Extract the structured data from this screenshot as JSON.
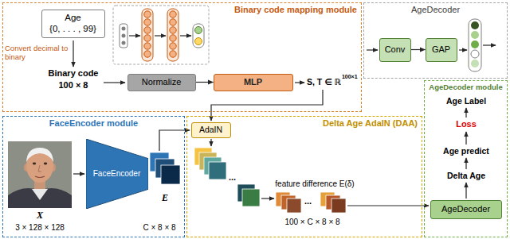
{
  "diagram": {
    "nodes": [
      {
        "text": [
          "Binary code mapping module"
        ]
      },
      {
        "text": [
          "Age",
          "{0, . . . , 99}"
        ],
        "in": 0
      },
      {
        "text": [
          "Normalize"
        ],
        "in": 0
      },
      {
        "text": [
          "MLP"
        ],
        "in": 0
      },
      {
        "text": [
          "AgeDecoder"
        ]
      },
      {
        "text": [
          "Conv"
        ],
        "in": 4
      },
      {
        "text": [
          "GAP"
        ],
        "in": 4
      },
      {
        "text": [
          "FaceEncoder module"
        ]
      },
      {
        "text": [
          "FaceEncoder"
        ],
        "in": 7
      },
      {
        "text": [
          "Delta Age AdaIN (DAA)"
        ]
      },
      {
        "text": [
          "AdaIN"
        ],
        "in": 9
      },
      {
        "text": [
          "AgeDecoder module"
        ]
      },
      {
        "text": [
          "AgeDecoder"
        ],
        "in": 11
      }
    ],
    "edges": [
      {
        "from": 2,
        "to": 3,
        "arrow": "to"
      },
      {
        "from": 5,
        "to": 6,
        "arrow": "to"
      }
    ],
    "labels": [
      "Convert decimal to binary",
      "Binary code",
      "100 × 8",
      "S, T ∈ ℝ",
      "100×1",
      "X",
      "3 × 128 × 128",
      "E",
      "C × 8 × 8",
      "...",
      "feature difference E(δ)",
      "...",
      "100 × C × 8 × 8",
      "Age Label",
      "Loss",
      "Age predict",
      "Delta Age"
    ]
  }
}
